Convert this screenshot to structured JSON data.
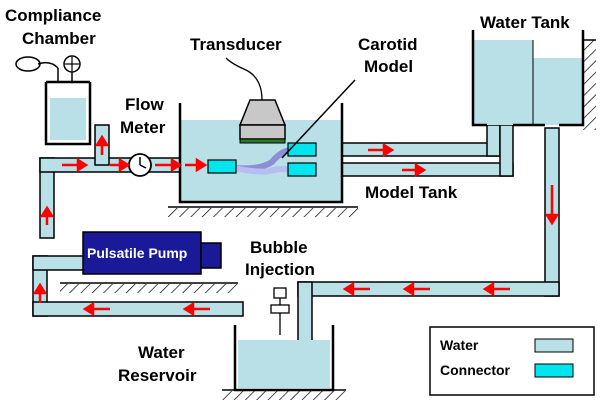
{
  "labels": {
    "compliance_chamber_line1": "Compliance",
    "compliance_chamber_line2": "Chamber",
    "transducer": "Transducer",
    "carotid_line1": "Carotid",
    "carotid_line2": "Model",
    "water_tank": "Water Tank",
    "flow_meter_line1": "Flow",
    "flow_meter_line2": "Meter",
    "model_tank": "Model Tank",
    "pulsatile_pump": "Pulsatile Pump",
    "bubble_line1": "Bubble",
    "bubble_line2": "Injection",
    "water_reservoir_line1": "Water",
    "water_reservoir_line2": "Reservoir"
  },
  "legend": {
    "water": "Water",
    "connector": "Connector"
  },
  "colors": {
    "water": "#b9e0e6",
    "connector": "#00e5ee",
    "pump": "#1a1a99",
    "arrow": "#ff0000",
    "outline": "#000000"
  },
  "icons": [
    "gauge-icon",
    "flow-meter-icon",
    "valve-icon",
    "ground-hatch-icon",
    "arrow-icon"
  ]
}
